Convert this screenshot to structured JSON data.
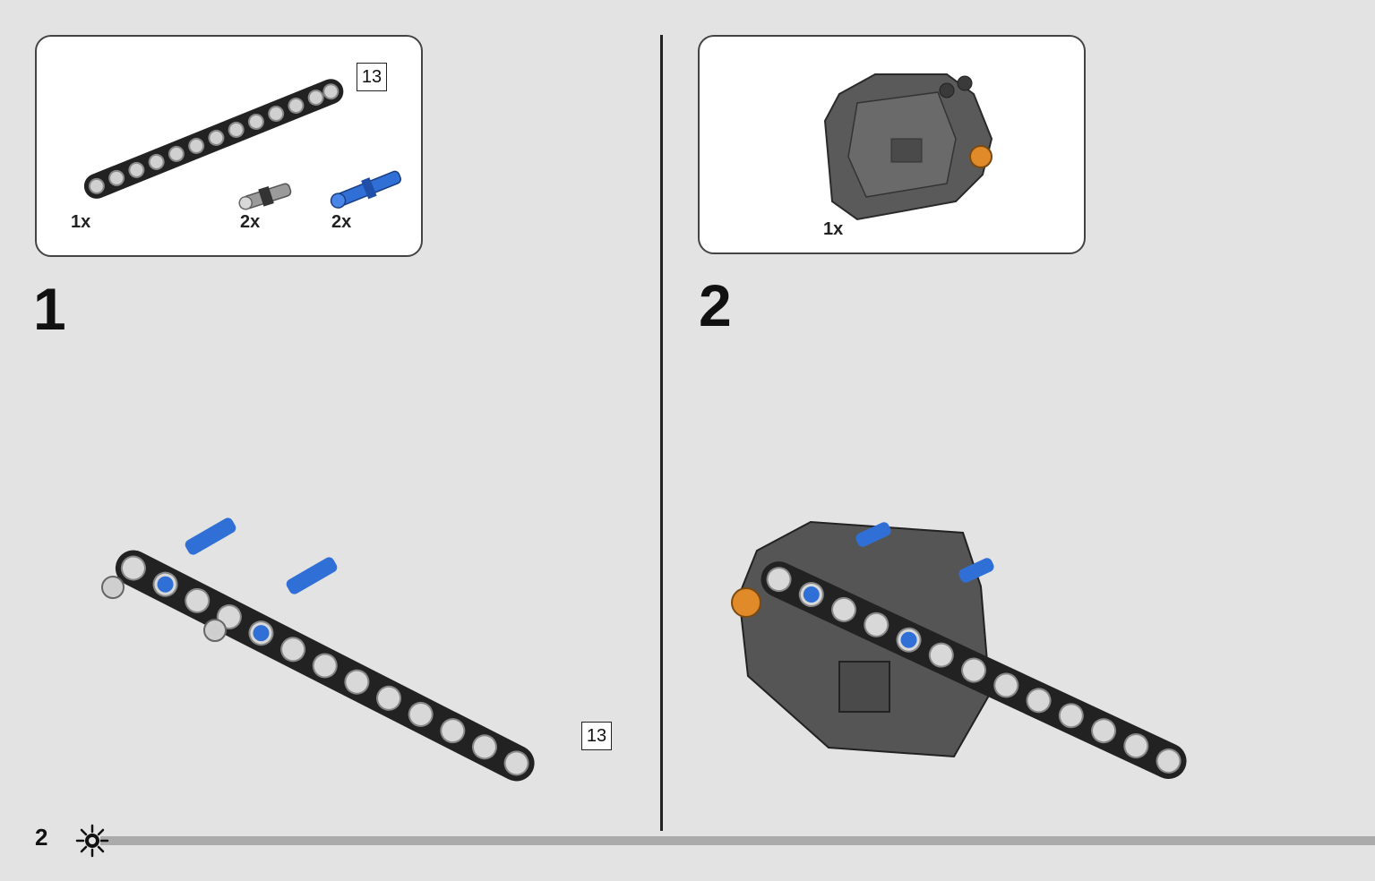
{
  "page_number": "2",
  "steps": [
    {
      "number": "1",
      "parts": [
        {
          "qty": "1x",
          "icon": "beam-13-icon",
          "color": "#222222",
          "length": "13"
        },
        {
          "qty": "2x",
          "icon": "friction-pin-icon",
          "color": "#9a9a9a"
        },
        {
          "qty": "2x",
          "icon": "axle-pin-icon",
          "color": "#2f6fd6"
        }
      ],
      "assembly_length_tag": "13"
    },
    {
      "number": "2",
      "parts": [
        {
          "qty": "1x",
          "icon": "motor-icon",
          "color": "#555555"
        }
      ]
    }
  ],
  "colors": {
    "background": "#e3e3e3",
    "beam": "#222222",
    "pin_blue": "#2f6fd6",
    "pin_gray": "#9a9a9a",
    "motor": "#5a5a5a",
    "accent_orange": "#e08a2a",
    "progress_bar": "#ababab"
  }
}
